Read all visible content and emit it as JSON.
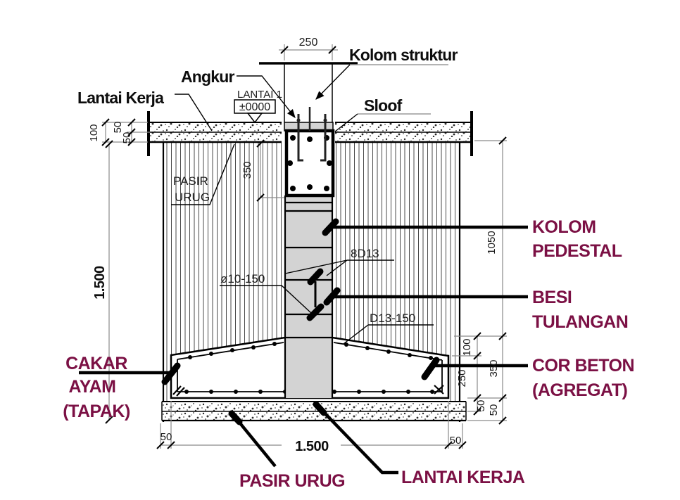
{
  "drawing": {
    "type": "foundation-detail-section",
    "colors": {
      "accent_maroon": "#7b1044",
      "concrete_gray": "#d3d3d3",
      "line": "#000000",
      "dim_line": "#8a8a8a"
    }
  },
  "title_labels": {
    "kolom_struktur": "Kolom struktur",
    "angkur": "Angkur",
    "lantai_kerja_top": "Lantai Kerja",
    "sloof": "Sloof"
  },
  "callouts": {
    "kolom_pedestal_line1": "KOLOM",
    "kolom_pedestal_line2": "PEDESTAL",
    "besi_tulangan_line1": "BESI",
    "besi_tulangan_line2": "TULANGAN",
    "cor_beton_line1": "COR BETON",
    "cor_beton_line2": "(AGREGAT)",
    "cakar_ayam_line1": "CAKAR",
    "cakar_ayam_line2": "AYAM",
    "cakar_ayam_line3": "(TAPAK)",
    "pasir_urug_bottom": "PASIR URUG",
    "lantai_kerja_bottom": "LANTAI KERJA"
  },
  "notes": {
    "pasir_line1": "PASIR",
    "pasir_line2": "URUG",
    "level_name": "LANTAI 1",
    "level_value": "±0000",
    "bar_8d13": "8D13",
    "bar_o10_150": "ø10-150",
    "bar_d13_150": "D13-150"
  },
  "dims": {
    "top_width": "250",
    "floor_total": "100",
    "floor_layer_a": "50",
    "floor_layer_b": "50",
    "depth_left": "1.500",
    "sloof_height": "350",
    "pedestal_height": "1050",
    "slope_height": "100",
    "edge_height": "250",
    "footing_height": "350",
    "lean_layer_a": "50",
    "lean_layer_b": "50",
    "bottom_offset_left": "50",
    "bottom_width": "1.500",
    "bottom_offset_right": "50"
  }
}
